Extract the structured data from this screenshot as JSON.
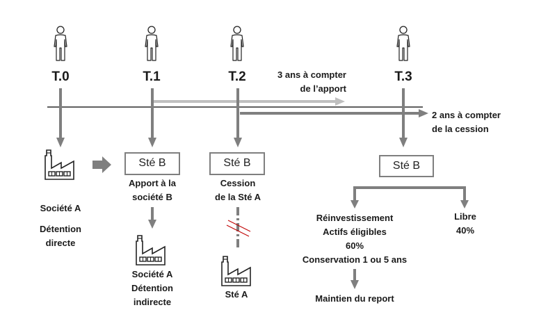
{
  "diagram": {
    "colors": {
      "arrow": "#7f7f7f",
      "arrow_light": "#bfbfbf",
      "timeline": "#000000",
      "break_mark": "#c00000"
    },
    "timepoints": [
      {
        "label": "T.0",
        "icon": "person-icon"
      },
      {
        "label": "T.1",
        "icon": "person-icon"
      },
      {
        "label": "T.2",
        "icon": "person-icon"
      },
      {
        "label": "T.3",
        "icon": "person-icon"
      }
    ],
    "durations": {
      "apport": {
        "line1": "3 ans à compter",
        "line2": "de l’apport"
      },
      "cession": {
        "line1": "2 ans à compter",
        "line2": "de la cession"
      }
    },
    "t0": {
      "icon": "factory-icon",
      "company": "Société A",
      "holding_line1": "Détention",
      "holding_line2": "directe"
    },
    "t1": {
      "box": "Sté B",
      "caption_line1": "Apport à la",
      "caption_line2": "société B",
      "icon": "factory-icon",
      "company": "Société A",
      "holding_line1": "Détention",
      "holding_line2": "indirecte"
    },
    "t2": {
      "box": "Sté B",
      "caption_line1": "Cession",
      "caption_line2": "de la Sté A",
      "icon": "factory-icon",
      "company": "Sté A"
    },
    "t3": {
      "box": "Sté B",
      "reinvest": {
        "line1": "Réinvestissement",
        "line2": "Actifs éligibles",
        "line3": "60%",
        "line4": "Conservation 1 ou 5 ans"
      },
      "free": {
        "line1": "Libre",
        "line2": "40%"
      },
      "outcome": "Maintien du report"
    }
  }
}
